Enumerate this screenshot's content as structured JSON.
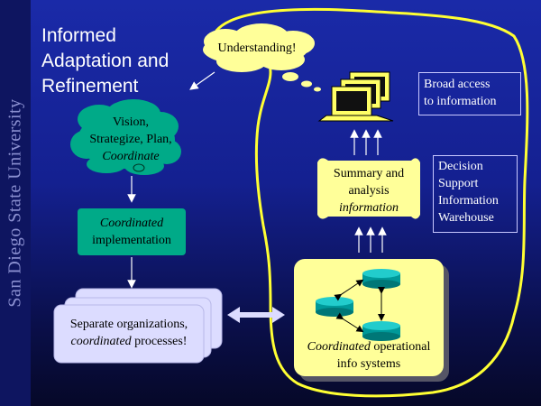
{
  "sidebar_text": "San Diego State University",
  "title_lines": [
    "Informed",
    "Adaptation and",
    "Refinement"
  ],
  "understanding": "Understanding!",
  "vision": {
    "line1": "Vision,",
    "line2": "Strategize, Plan,",
    "line3": "Coordinate"
  },
  "implementation": {
    "line1": "Coordinated",
    "line2": "implementation"
  },
  "orgs": {
    "line1": "Separate organizations,",
    "line2_em": "coordinated",
    "line2_rest": " processes!"
  },
  "summary": {
    "line1": "Summary and",
    "line2": "analysis",
    "line3": "information"
  },
  "operational": {
    "line1_em": "Coordinated",
    "line1_rest": " operational",
    "line2": "info systems"
  },
  "broad_access": {
    "line1": "Broad access",
    "line2": "to information"
  },
  "dsiw": {
    "line1": "Decision",
    "line2": "Support",
    "line3": "Information",
    "line4": "Warehouse"
  },
  "colors": {
    "cloud_yellow": "#ffff99",
    "cloud_green": "#00aa88",
    "yellow_outline": "#ffff33",
    "orgs_fill": "#dcdcff"
  }
}
